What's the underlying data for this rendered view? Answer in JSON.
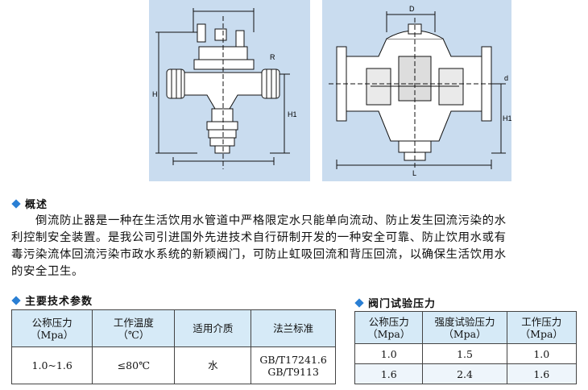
{
  "drawing_left": {
    "labels": {
      "h": "H",
      "h1": "H1",
      "r": "R"
    }
  },
  "drawing_right": {
    "labels": {
      "d": "D",
      "h1": "H1",
      "l": "L",
      "d_side": "d"
    }
  },
  "overview": {
    "heading": "概述",
    "lines": [
      "倒流防止器是一种在生活饮用水管道中严格限定水只能单向流动、防止发生回流污染的水",
      "利控制安全装置。是我公司引进国外先进技术自行研制开发的一种安全可靠、防止饮用水或有",
      "毒污染流体回流污染市政水系统的新颖阀门，可防止虹吸回流和背压回流，以确保生活饮用水",
      "的安全卫生。"
    ]
  },
  "tech_params": {
    "heading": "主要技术参数",
    "headers": [
      {
        "main": "公称压力",
        "sub": "（Mpa）"
      },
      {
        "main": "工作温度",
        "sub": "（℃）"
      },
      {
        "main": "适用介质",
        "sub": ""
      },
      {
        "main": "法兰标准",
        "sub": ""
      }
    ],
    "row": {
      "pressure": "1.0~1.6",
      "temperature": "≤80℃",
      "medium": "水",
      "flange_1": "GB/T17241.6",
      "flange_2": "GB/T9113"
    }
  },
  "test_pressure": {
    "heading": "阀门试验压力",
    "headers": [
      {
        "main": "公称压力",
        "sub": "（Mpa）"
      },
      {
        "main": "强度试验压力",
        "sub": "（Mpa）"
      },
      {
        "main": "工作压力",
        "sub": "（Mpa）"
      }
    ],
    "rows": [
      [
        "1.0",
        "1.5",
        "1.0"
      ],
      [
        "1.6",
        "2.4",
        "1.6"
      ]
    ]
  },
  "colors": {
    "accent": "#2a7fd4",
    "header_bg": "#d6eaf7",
    "drawing_blue": "#c9dcef"
  }
}
